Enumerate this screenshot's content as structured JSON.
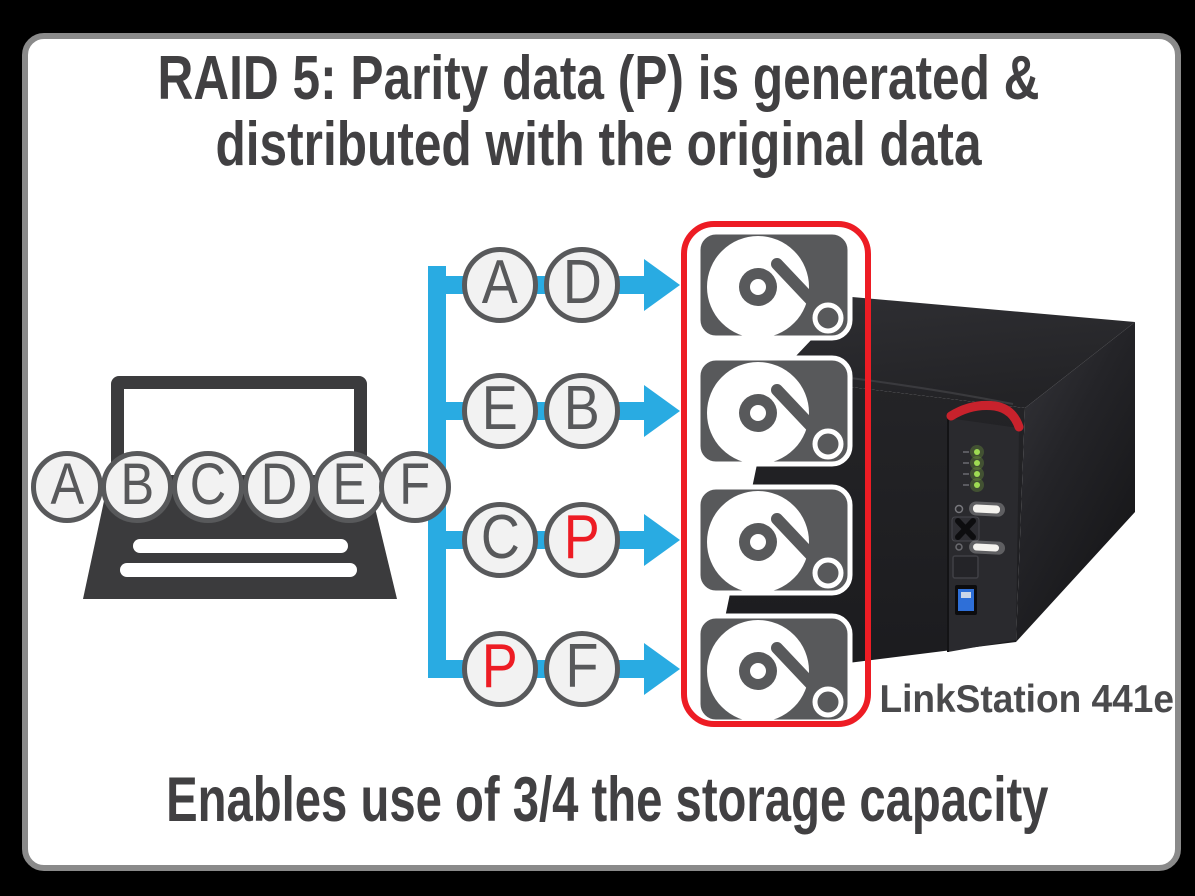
{
  "title": {
    "line1": "RAID 5: Parity data (P) is generated &",
    "line2": "distributed with the original data"
  },
  "caption": "Enables use of 3/4 the storage capacity",
  "product_label": "LinkStation 441e",
  "source": {
    "blocks": [
      "A",
      "B",
      "C",
      "D",
      "E",
      "F"
    ]
  },
  "distribution": {
    "rows": [
      {
        "blocks": [
          "A",
          "D"
        ],
        "parity": [
          false,
          false
        ]
      },
      {
        "blocks": [
          "E",
          "B"
        ],
        "parity": [
          false,
          false
        ]
      },
      {
        "blocks": [
          "C",
          "P"
        ],
        "parity": [
          false,
          true
        ]
      },
      {
        "blocks": [
          "P",
          "F"
        ],
        "parity": [
          true,
          false
        ]
      }
    ]
  },
  "icons": {
    "laptop": "laptop-icon",
    "disk": "hard-disk-icon",
    "arrow": "flow-arrow-icon"
  },
  "colors": {
    "accent-blue": "#29abe2",
    "parity-red": "#ed1c24",
    "highlight-red": "#ed1c24",
    "title-gray": "#414042",
    "letter-gray": "#58595b",
    "circle-border": "#58595b",
    "circle-fill": "#f2f2f2",
    "laptop-gray": "#3b3b3d",
    "disk-gray": "#58595b",
    "card-border": "#8a8a8a",
    "nas-red": "#c8222c"
  }
}
